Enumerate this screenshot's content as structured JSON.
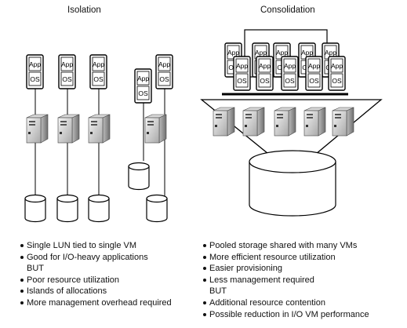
{
  "isolation": {
    "title": "Isolation",
    "vm_labels": {
      "app": "App",
      "os": "OS"
    },
    "bullets": [
      {
        "text": "Single LUN tied to single VM",
        "bullet": true
      },
      {
        "text": "Good for I/O-heavy applications",
        "bullet": true
      },
      {
        "text": "BUT",
        "bullet": false
      },
      {
        "text": "Poor resource utilization",
        "bullet": true
      },
      {
        "text": "Islands of allocations",
        "bullet": true
      },
      {
        "text": "More management overhead required",
        "bullet": true
      }
    ]
  },
  "consolidation": {
    "title": "Consolidation",
    "vm_labels": {
      "app": "App",
      "os": "OS"
    },
    "bullets": [
      {
        "text": "Pooled storage shared with many VMs",
        "bullet": true
      },
      {
        "text": "More efficient resource utilization",
        "bullet": true
      },
      {
        "text": "Easier provisioning",
        "bullet": true
      },
      {
        "text": "Less management required",
        "bullet": true
      },
      {
        "text": "BUT",
        "bullet": false
      },
      {
        "text": "Additional resource contention",
        "bullet": true
      },
      {
        "text": "Possible reduction in I/O VM performance",
        "bullet": true
      }
    ]
  }
}
